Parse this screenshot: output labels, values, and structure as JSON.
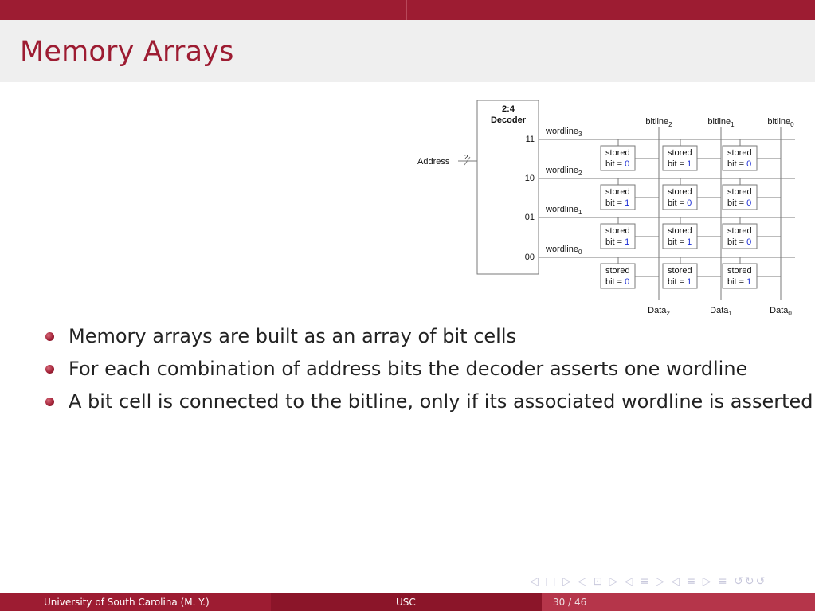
{
  "slide": {
    "title": "Memory Arrays",
    "bullets": [
      "Memory arrays are built as an array of bit cells",
      "For each combination of address bits the decoder asserts one wordline",
      "A bit cell is connected to the bitline, only if its associated wordline is asserted"
    ]
  },
  "diagram": {
    "decoder_label_1": "2:4",
    "decoder_label_2": "Decoder",
    "address_label": "Address",
    "address_width": "2",
    "outputs": [
      "11",
      "10",
      "01",
      "00"
    ],
    "wordlines": [
      {
        "base": "wordline",
        "sub": "3"
      },
      {
        "base": "wordline",
        "sub": "2"
      },
      {
        "base": "wordline",
        "sub": "1"
      },
      {
        "base": "wordline",
        "sub": "0"
      }
    ],
    "bitlines": [
      {
        "base": "bitline",
        "sub": "2"
      },
      {
        "base": "bitline",
        "sub": "1"
      },
      {
        "base": "bitline",
        "sub": "0"
      }
    ],
    "data_outputs": [
      {
        "base": "Data",
        "sub": "2"
      },
      {
        "base": "Data",
        "sub": "1"
      },
      {
        "base": "Data",
        "sub": "0"
      }
    ],
    "cell_word": "stored",
    "cell_prefix": "bit = ",
    "cells": [
      [
        "0",
        "1",
        "0"
      ],
      [
        "1",
        "0",
        "0"
      ],
      [
        "1",
        "1",
        "0"
      ],
      [
        "0",
        "1",
        "1"
      ]
    ],
    "colors": {
      "bit_value": "#1d2fd6",
      "line": "#7a7a7a"
    }
  },
  "navigation": {
    "symbols": "◁ □ ▷ ◁ ⊡ ▷ ◁ ≡ ▷ ◁ ≡ ▷   ≡   ↺↻↺"
  },
  "footer": {
    "left": "University of South Carolina  (M. Y.)",
    "center": "USC",
    "page": "30 / 46"
  }
}
